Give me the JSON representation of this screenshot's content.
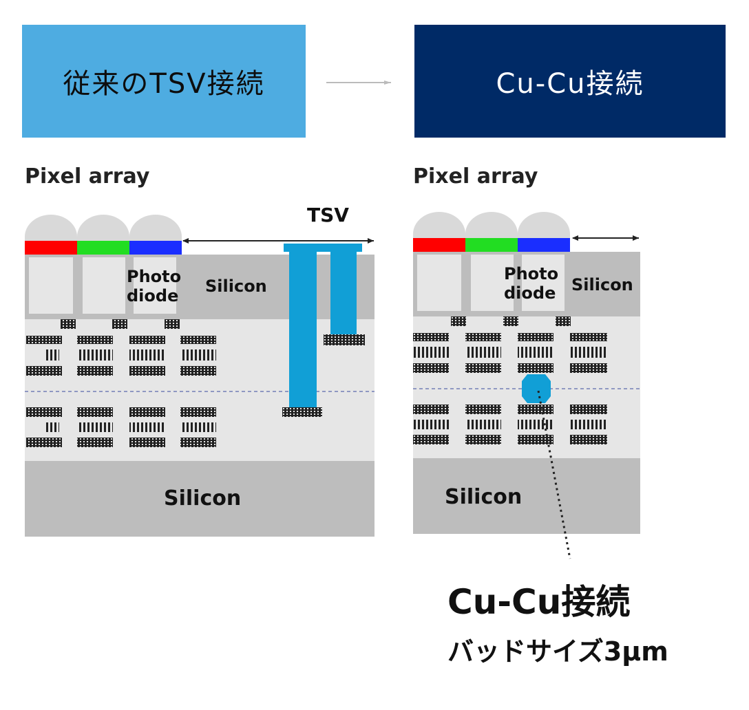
{
  "banners": {
    "left_title": "従来のTSV接続",
    "right_title": "Cu-Cu接続"
  },
  "left_diagram": {
    "heading": "Pixel array",
    "tsv_label": "TSV",
    "photo_label_1": "Photo",
    "photo_label_2": "diode",
    "silicon_upper": "Silicon",
    "silicon_lower": "Silicon"
  },
  "right_diagram": {
    "heading": "Pixel array",
    "photo_label_1": "Photo",
    "photo_label_2": "diode",
    "silicon_upper": "Silicon",
    "silicon_lower": "Silicon"
  },
  "callout": {
    "title": "Cu-Cu接続",
    "subtitle": "バッドサイズ3μm"
  },
  "colors": {
    "banner_left": "#4eace1",
    "banner_right": "#002a66",
    "silicon": "#bdbdbd",
    "wiring_layer": "#e6e6e6",
    "filter_red": "#ff0000",
    "filter_green": "#22dd22",
    "filter_blue": "#1a2eff",
    "tsv": "#119fd6",
    "microlens": "#d9d9d9"
  }
}
